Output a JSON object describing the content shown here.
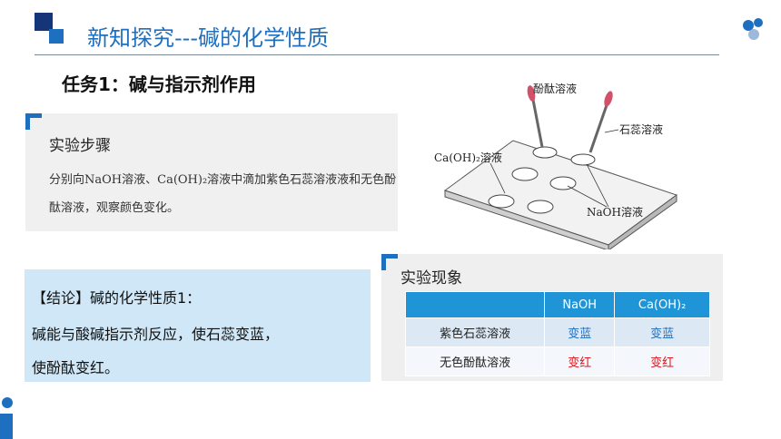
{
  "header": {
    "title": "新知探究---碱的化学性质",
    "accent_color": "#1f6fc0",
    "dark_color": "#15357a"
  },
  "task_title": "任务1：碱与指示剂作用",
  "steps": {
    "title": "实验步骤",
    "text": "分别向NaOH溶液、Ca(OH)₂溶液中滴加紫色石蕊溶液液和无色酚酞溶液，观察颜色变化。"
  },
  "illustration": {
    "label_phenolphthalein": "酚酞溶液",
    "label_litmus": "石蕊溶液",
    "label_caoh2": "Ca(OH)₂溶液",
    "label_naoh": "NaOH溶液"
  },
  "conclusion": {
    "line1": "【结论】碱的化学性质1：",
    "line2": "碱能与酸碱指示剂反应，使石蕊变蓝，",
    "line3": "使酚酞变红。",
    "bg_color": "#cfe7f7"
  },
  "phenomena": {
    "title": "实验现象",
    "headers": [
      "",
      "NaOH",
      "Ca(OH)₂"
    ],
    "rows": [
      [
        "紫色石蕊溶液",
        "变蓝",
        "变蓝"
      ],
      [
        "无色酚酞溶液",
        "变红",
        "变红"
      ]
    ],
    "blue_color": "#1f6fc0",
    "red_color": "#e0161d"
  }
}
